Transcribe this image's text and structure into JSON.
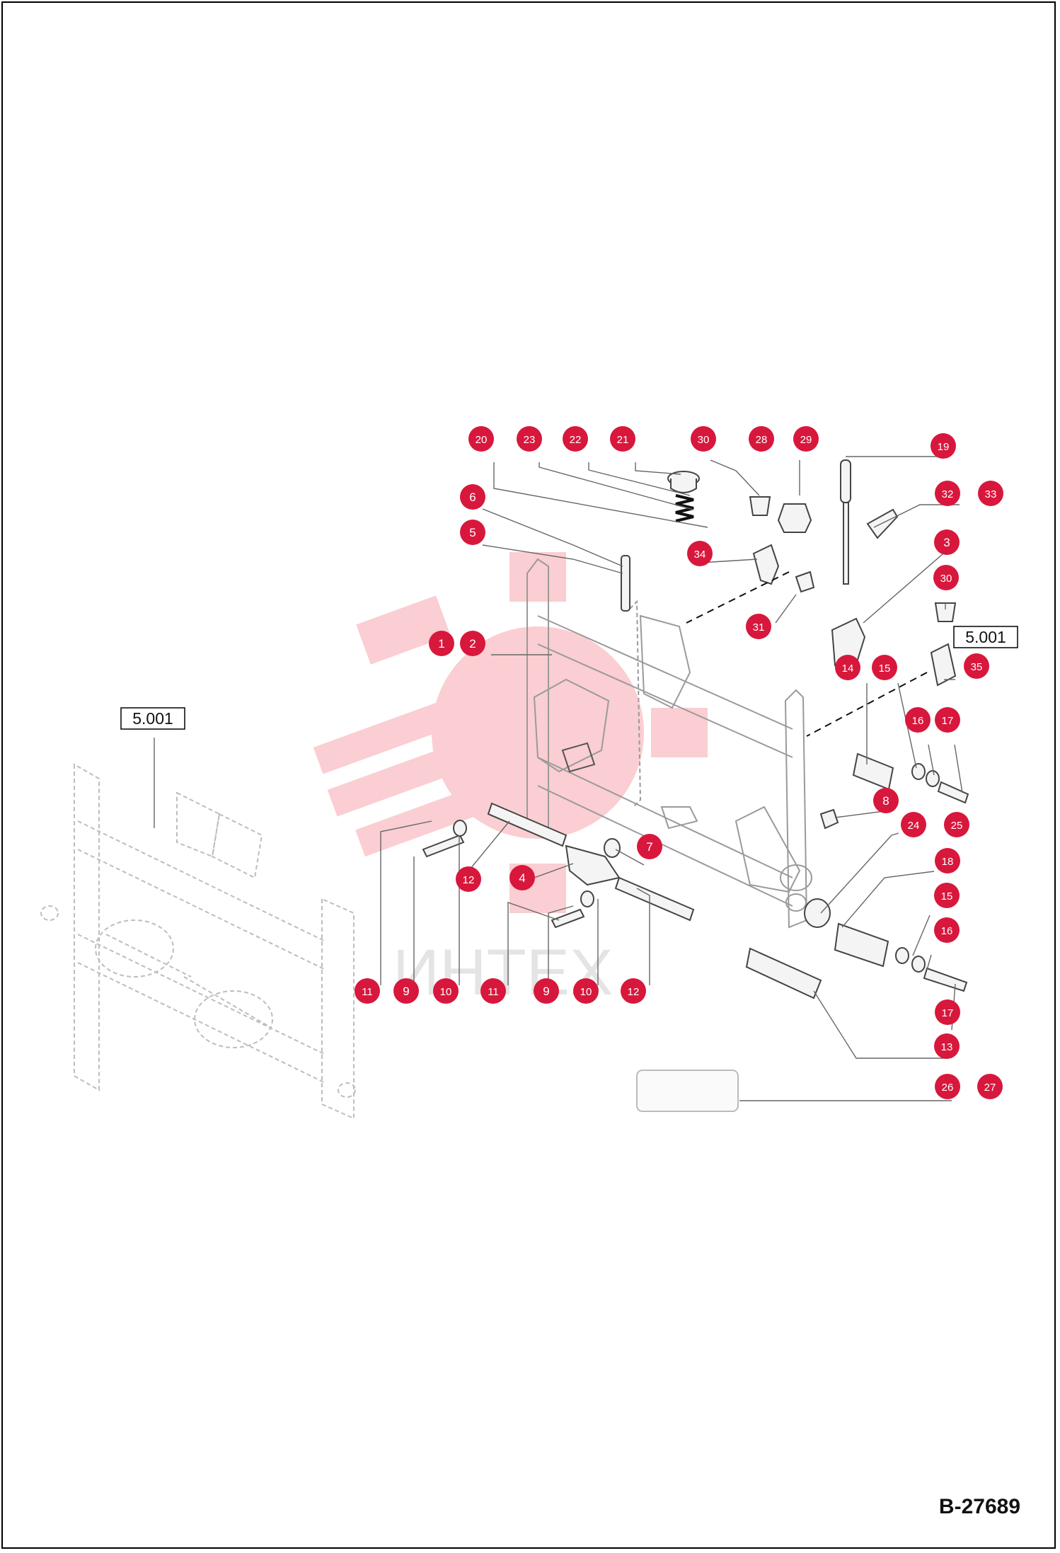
{
  "references": [
    {
      "id": "ref-left",
      "label": "5.001"
    },
    {
      "id": "ref-right",
      "label": "5.001"
    }
  ],
  "callouts": [
    {
      "n": "20",
      "text": "20"
    },
    {
      "n": "23",
      "text": "23"
    },
    {
      "n": "22",
      "text": "22"
    },
    {
      "n": "21",
      "text": "21"
    },
    {
      "n": "30",
      "text": "30"
    },
    {
      "n": "28",
      "text": "28"
    },
    {
      "n": "29",
      "text": "29"
    },
    {
      "n": "19",
      "text": "19"
    },
    {
      "n": "6",
      "text": "6"
    },
    {
      "n": "5",
      "text": "5"
    },
    {
      "n": "34",
      "text": "34"
    },
    {
      "n": "32",
      "text": "32"
    },
    {
      "n": "33",
      "text": "33"
    },
    {
      "n": "3",
      "text": "3"
    },
    {
      "n": "30b",
      "text": "30"
    },
    {
      "n": "31",
      "text": "31"
    },
    {
      "n": "1",
      "text": "1"
    },
    {
      "n": "2",
      "text": "2"
    },
    {
      "n": "14",
      "text": "14"
    },
    {
      "n": "15",
      "text": "15"
    },
    {
      "n": "35",
      "text": "35"
    },
    {
      "n": "16",
      "text": "16"
    },
    {
      "n": "17",
      "text": "17"
    },
    {
      "n": "8",
      "text": "8"
    },
    {
      "n": "24",
      "text": "24"
    },
    {
      "n": "25",
      "text": "25"
    },
    {
      "n": "7",
      "text": "7"
    },
    {
      "n": "12a",
      "text": "12"
    },
    {
      "n": "4",
      "text": "4"
    },
    {
      "n": "18",
      "text": "18"
    },
    {
      "n": "15b",
      "text": "15"
    },
    {
      "n": "16b",
      "text": "16"
    },
    {
      "n": "11a",
      "text": "11"
    },
    {
      "n": "9a",
      "text": "9"
    },
    {
      "n": "10a",
      "text": "10"
    },
    {
      "n": "11b",
      "text": "11"
    },
    {
      "n": "9b",
      "text": "9"
    },
    {
      "n": "10b",
      "text": "10"
    },
    {
      "n": "12b",
      "text": "12"
    },
    {
      "n": "17b",
      "text": "17"
    },
    {
      "n": "13",
      "text": "13"
    },
    {
      "n": "26",
      "text": "26"
    },
    {
      "n": "27",
      "text": "27"
    }
  ],
  "sheet_code": "B-27689",
  "colors": {
    "callout_fill": "#d8173c",
    "line": "#555555",
    "watermark": "#f2a0a8"
  }
}
